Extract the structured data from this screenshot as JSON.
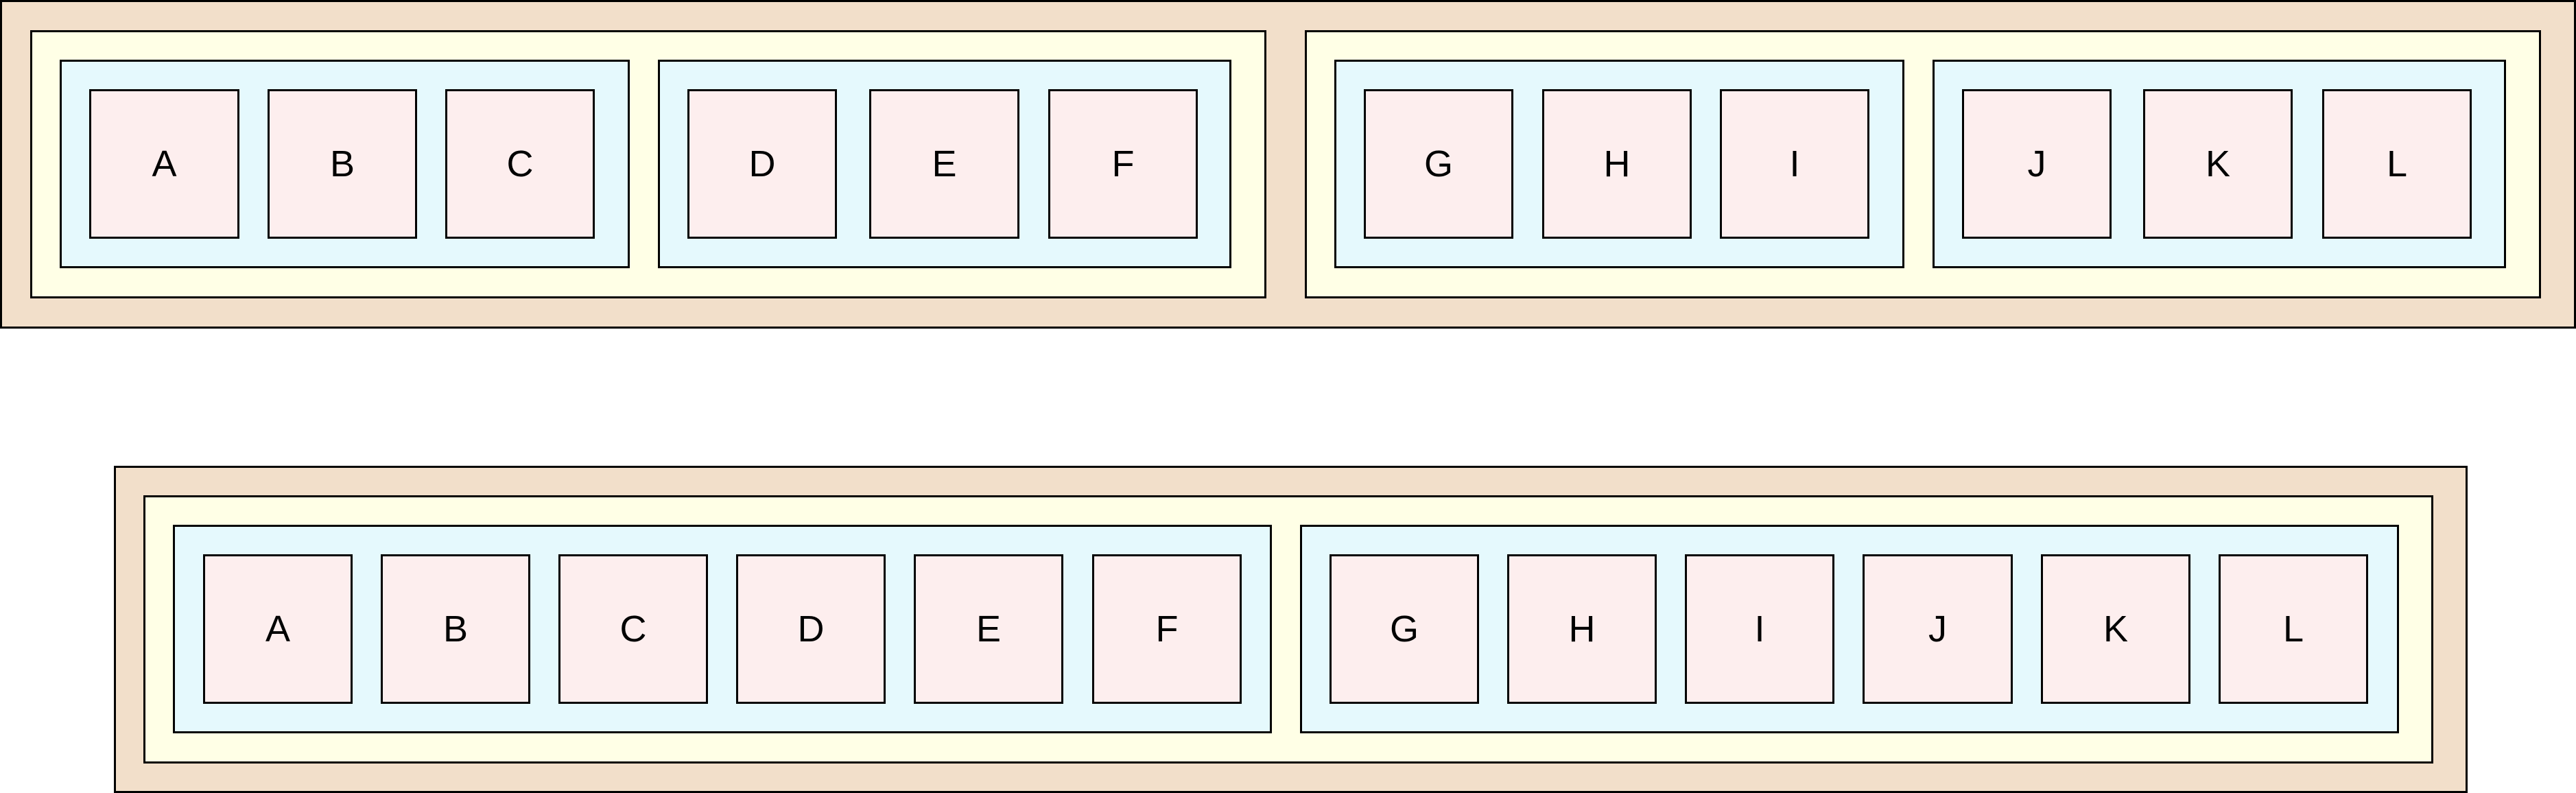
{
  "colors": {
    "outer_fill": "#f2dfca",
    "group_fill": "#ffffe6",
    "subgroup_fill": "#e5f9fd",
    "item_fill": "#fdeeee",
    "border": "#000000"
  },
  "diagram_top": {
    "groups": [
      {
        "subgroups": [
          {
            "items": [
              "A",
              "B",
              "C"
            ]
          },
          {
            "items": [
              "D",
              "E",
              "F"
            ]
          }
        ]
      },
      {
        "subgroups": [
          {
            "items": [
              "G",
              "H",
              "I"
            ]
          },
          {
            "items": [
              "J",
              "K",
              "L"
            ]
          }
        ]
      }
    ]
  },
  "diagram_bottom": {
    "groups": [
      {
        "subgroups": [
          {
            "items": [
              "A",
              "B",
              "C",
              "D",
              "E",
              "F"
            ]
          },
          {
            "items": [
              "G",
              "H",
              "I",
              "J",
              "K",
              "L"
            ]
          }
        ]
      }
    ]
  }
}
